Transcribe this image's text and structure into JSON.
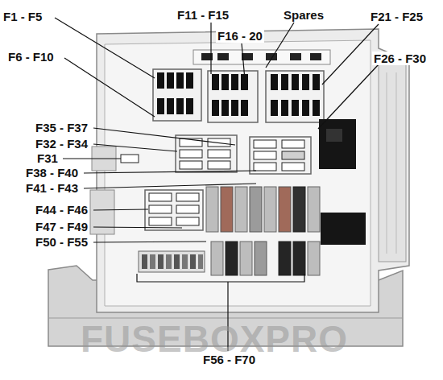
{
  "diagram": {
    "labels": [
      "F1 - F5",
      "F6 - F10",
      "F11 - F15",
      "Spares",
      "F16 - 20",
      "F21 - F25",
      "F26 - F30",
      "F35 - F37",
      "F32 - F34",
      "F31",
      "F38 - F40",
      "F41 - F43",
      "F44 - F46",
      "F47 - F49",
      "F50 - F55",
      "F56 - F70",
      "FUSEBOXPRO"
    ]
  }
}
